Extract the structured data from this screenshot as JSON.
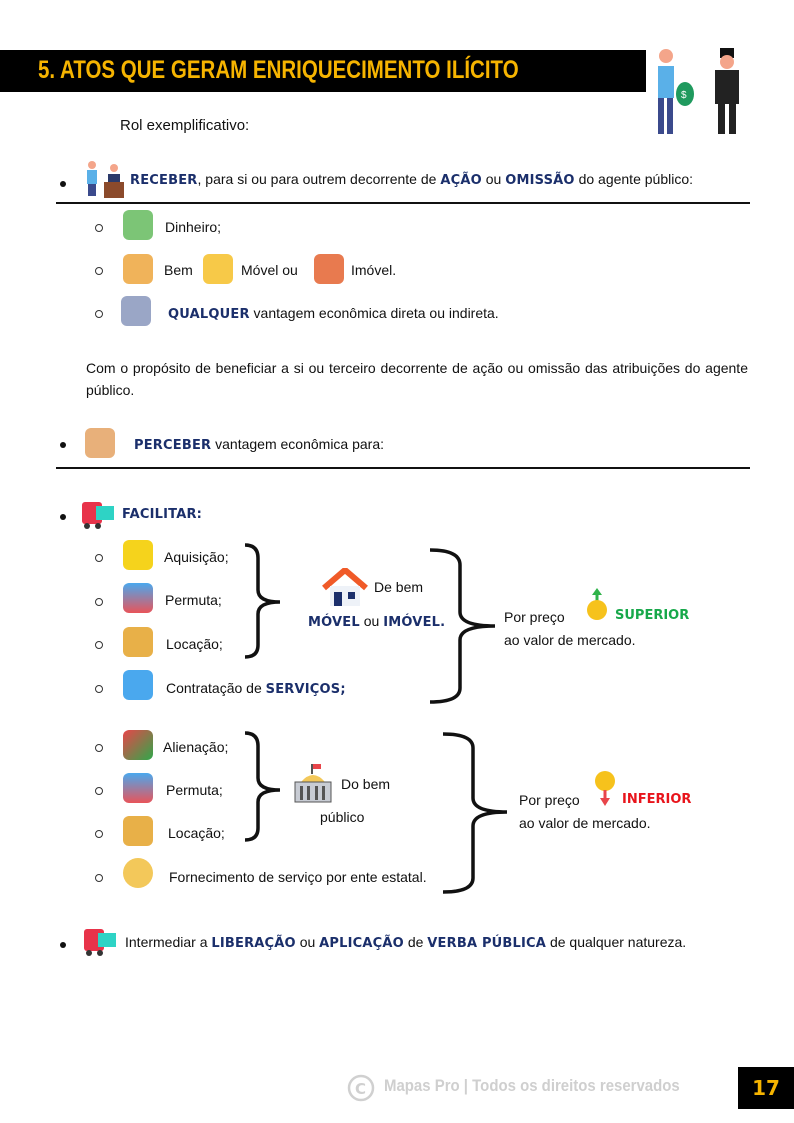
{
  "header": {
    "title": "5.  ATOS QUE GERAM ENRIQUECIMENTO ILÍCITO",
    "subtitle": "Rol exemplificativo:"
  },
  "receber": {
    "kw": "RECEBER",
    "t1": ", para si ou para outrem decorrente de ",
    "kw2": "AÇÃO",
    "t2": " ou ",
    "kw3": "OMISSÃO",
    "t3": " do agente público:",
    "items": {
      "dinheiro": "Dinheiro;",
      "bem": "Bem",
      "movel": "Móvel ou",
      "imovel": "Imóvel.",
      "qualquer_kw": "QUALQUER",
      "qualquer_t": " vantagem econômica direta ou indireta."
    },
    "paragraph": "Com o propósito de beneficiar a si ou terceiro decorrente de ação ou omissão das atribuições do agente público."
  },
  "perceber": {
    "kw": "PERCEBER",
    "t": " vantagem econômica para:"
  },
  "facilitar": {
    "kw": "FACILITAR:",
    "group1": {
      "items": [
        "Aquisição;",
        "Permuta;",
        "Locação;"
      ],
      "servicos_t": "Contratação de ",
      "servicos_kw": "SERVIÇOS;",
      "de_bem": "De bem",
      "movel_kw": "MÓVEL",
      "ou": " ou ",
      "imovel_kw": "IMÓVEL.",
      "por_preco": "Por preço",
      "superior": "SUPERIOR",
      "valor": "ao valor de mercado."
    },
    "group2": {
      "items": [
        "Alienação;",
        "Permuta;",
        "Locação;"
      ],
      "fornecimento": "Fornecimento de serviço por ente estatal.",
      "do_bem": "Do bem",
      "publico": "público",
      "por_preco": "Por preço",
      "inferior": "INFERIOR",
      "valor": "ao valor de mercado."
    }
  },
  "intermediar": {
    "t1": "Intermediar a ",
    "kw1": "LIBERAÇÃO",
    "t2": " ou ",
    "kw2": "APLICAÇÃO",
    "t3": " de ",
    "kw3": "VERBA PÚBLICA",
    "t4": " de qualquer natureza."
  },
  "footer": {
    "text": "Mapas Pro | Todos os direitos reservados",
    "page": "17"
  }
}
